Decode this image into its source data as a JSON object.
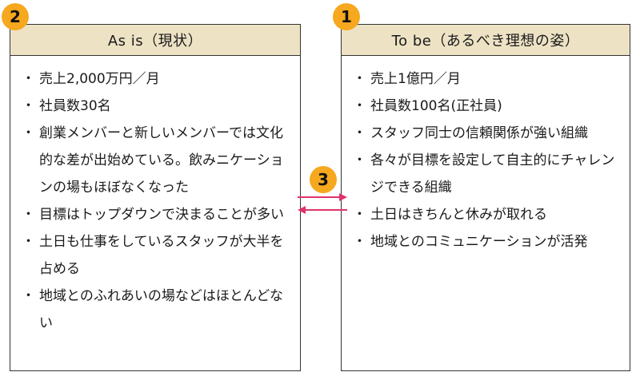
{
  "left": {
    "badge": "2",
    "title": "As is（現状）",
    "items": [
      "売上2,000万円／月",
      "社員数30名",
      "創業メンバーと新しいメンバーでは文化的な差が出始めている。飲みニケーションの場もほぼなくなった",
      "目標はトップダウンで決まることが多い",
      "土日も仕事をしているスタッフが大半を占める",
      "地域とのふれあいの場などはほとんどない"
    ]
  },
  "right": {
    "badge": "1",
    "title": "To be（あるべき理想の姿）",
    "items": [
      "売上1億円／月",
      "社員数100名(正社員)",
      "スタッフ同士の信頼関係が強い組織",
      "各々が目標を設定して自主的にチャレンジできる組織",
      "土日はきちんと休みが取れる",
      "地域とのコミュニケーションが活発"
    ]
  },
  "middle": {
    "badge": "3"
  },
  "colors": {
    "header_bg": "#ede2c4",
    "badge": "#f6a81e",
    "arrow": "#e0336a"
  }
}
